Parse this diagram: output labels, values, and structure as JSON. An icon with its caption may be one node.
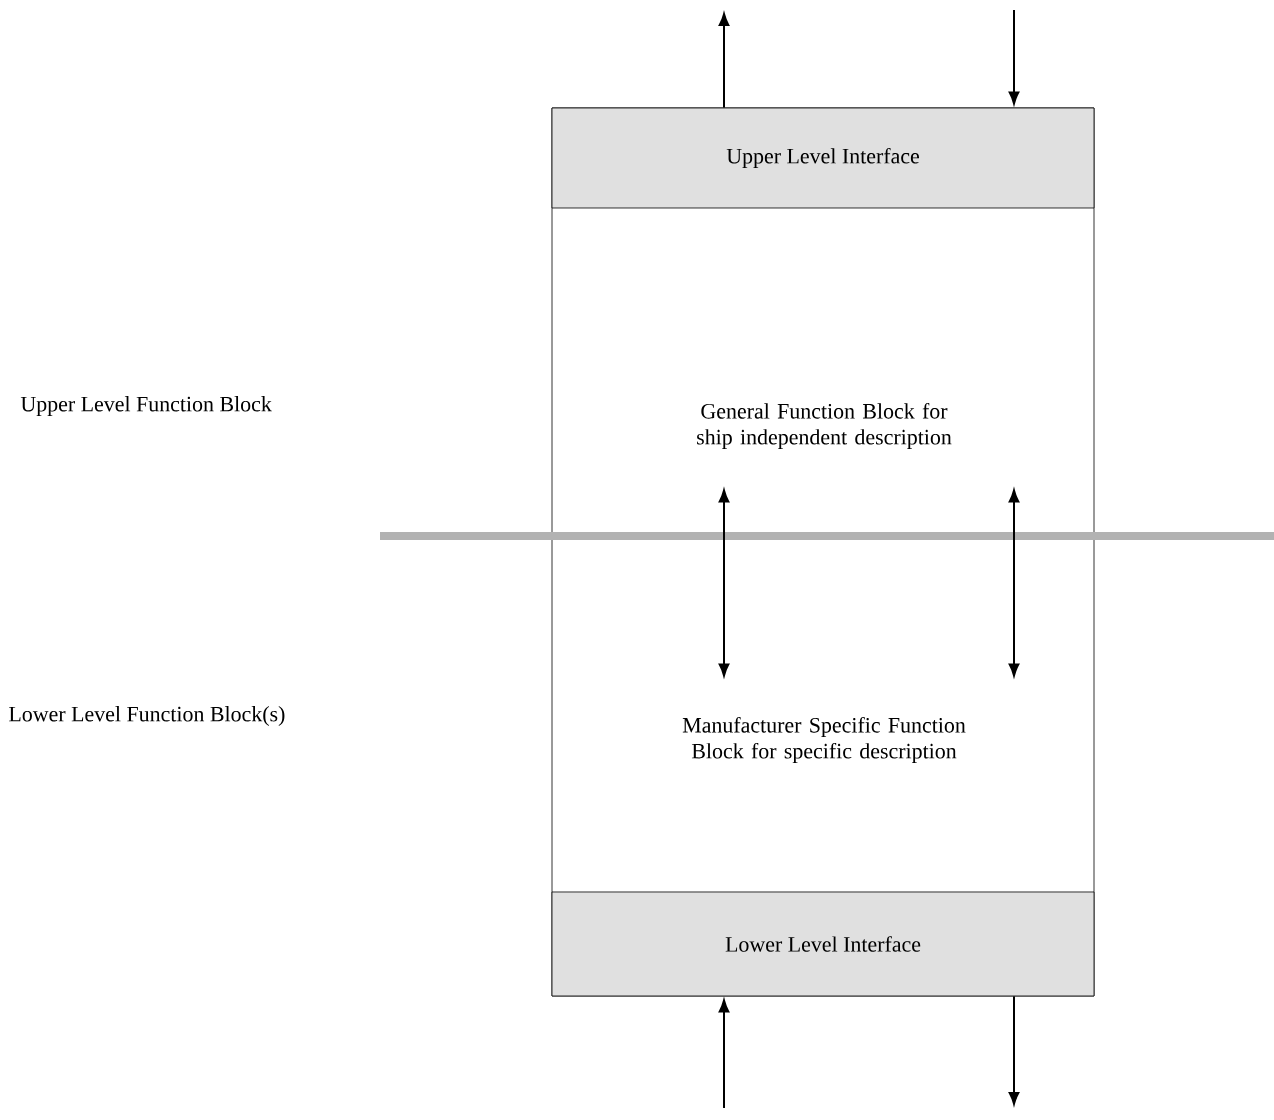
{
  "diagram": {
    "nodes": [
      {
        "text": [],
        "shape": "box"
      },
      {
        "text": [
          "Upper Level Interface"
        ],
        "in": 0
      },
      {
        "text": [
          "General Function Block for ship independent description"
        ],
        "in": 0
      },
      {
        "text": [
          "Manufacturer Specific Function Block for specific description"
        ],
        "in": 0
      },
      {
        "text": [
          "Lower Level Interface"
        ],
        "in": 0
      }
    ],
    "edges": [
      {
        "from": 1,
        "to": null,
        "arrow": "to"
      },
      {
        "from": null,
        "to": 1,
        "arrow": "to"
      },
      {
        "from": 2,
        "to": 3,
        "arrow": "both"
      },
      {
        "from": 2,
        "to": 3,
        "arrow": "both"
      },
      {
        "from": null,
        "to": 4,
        "arrow": "to"
      },
      {
        "from": 4,
        "to": null,
        "arrow": "to"
      }
    ],
    "labels": [
      "Upper Level Function Block",
      "Lower Level Function Block(s)"
    ]
  }
}
